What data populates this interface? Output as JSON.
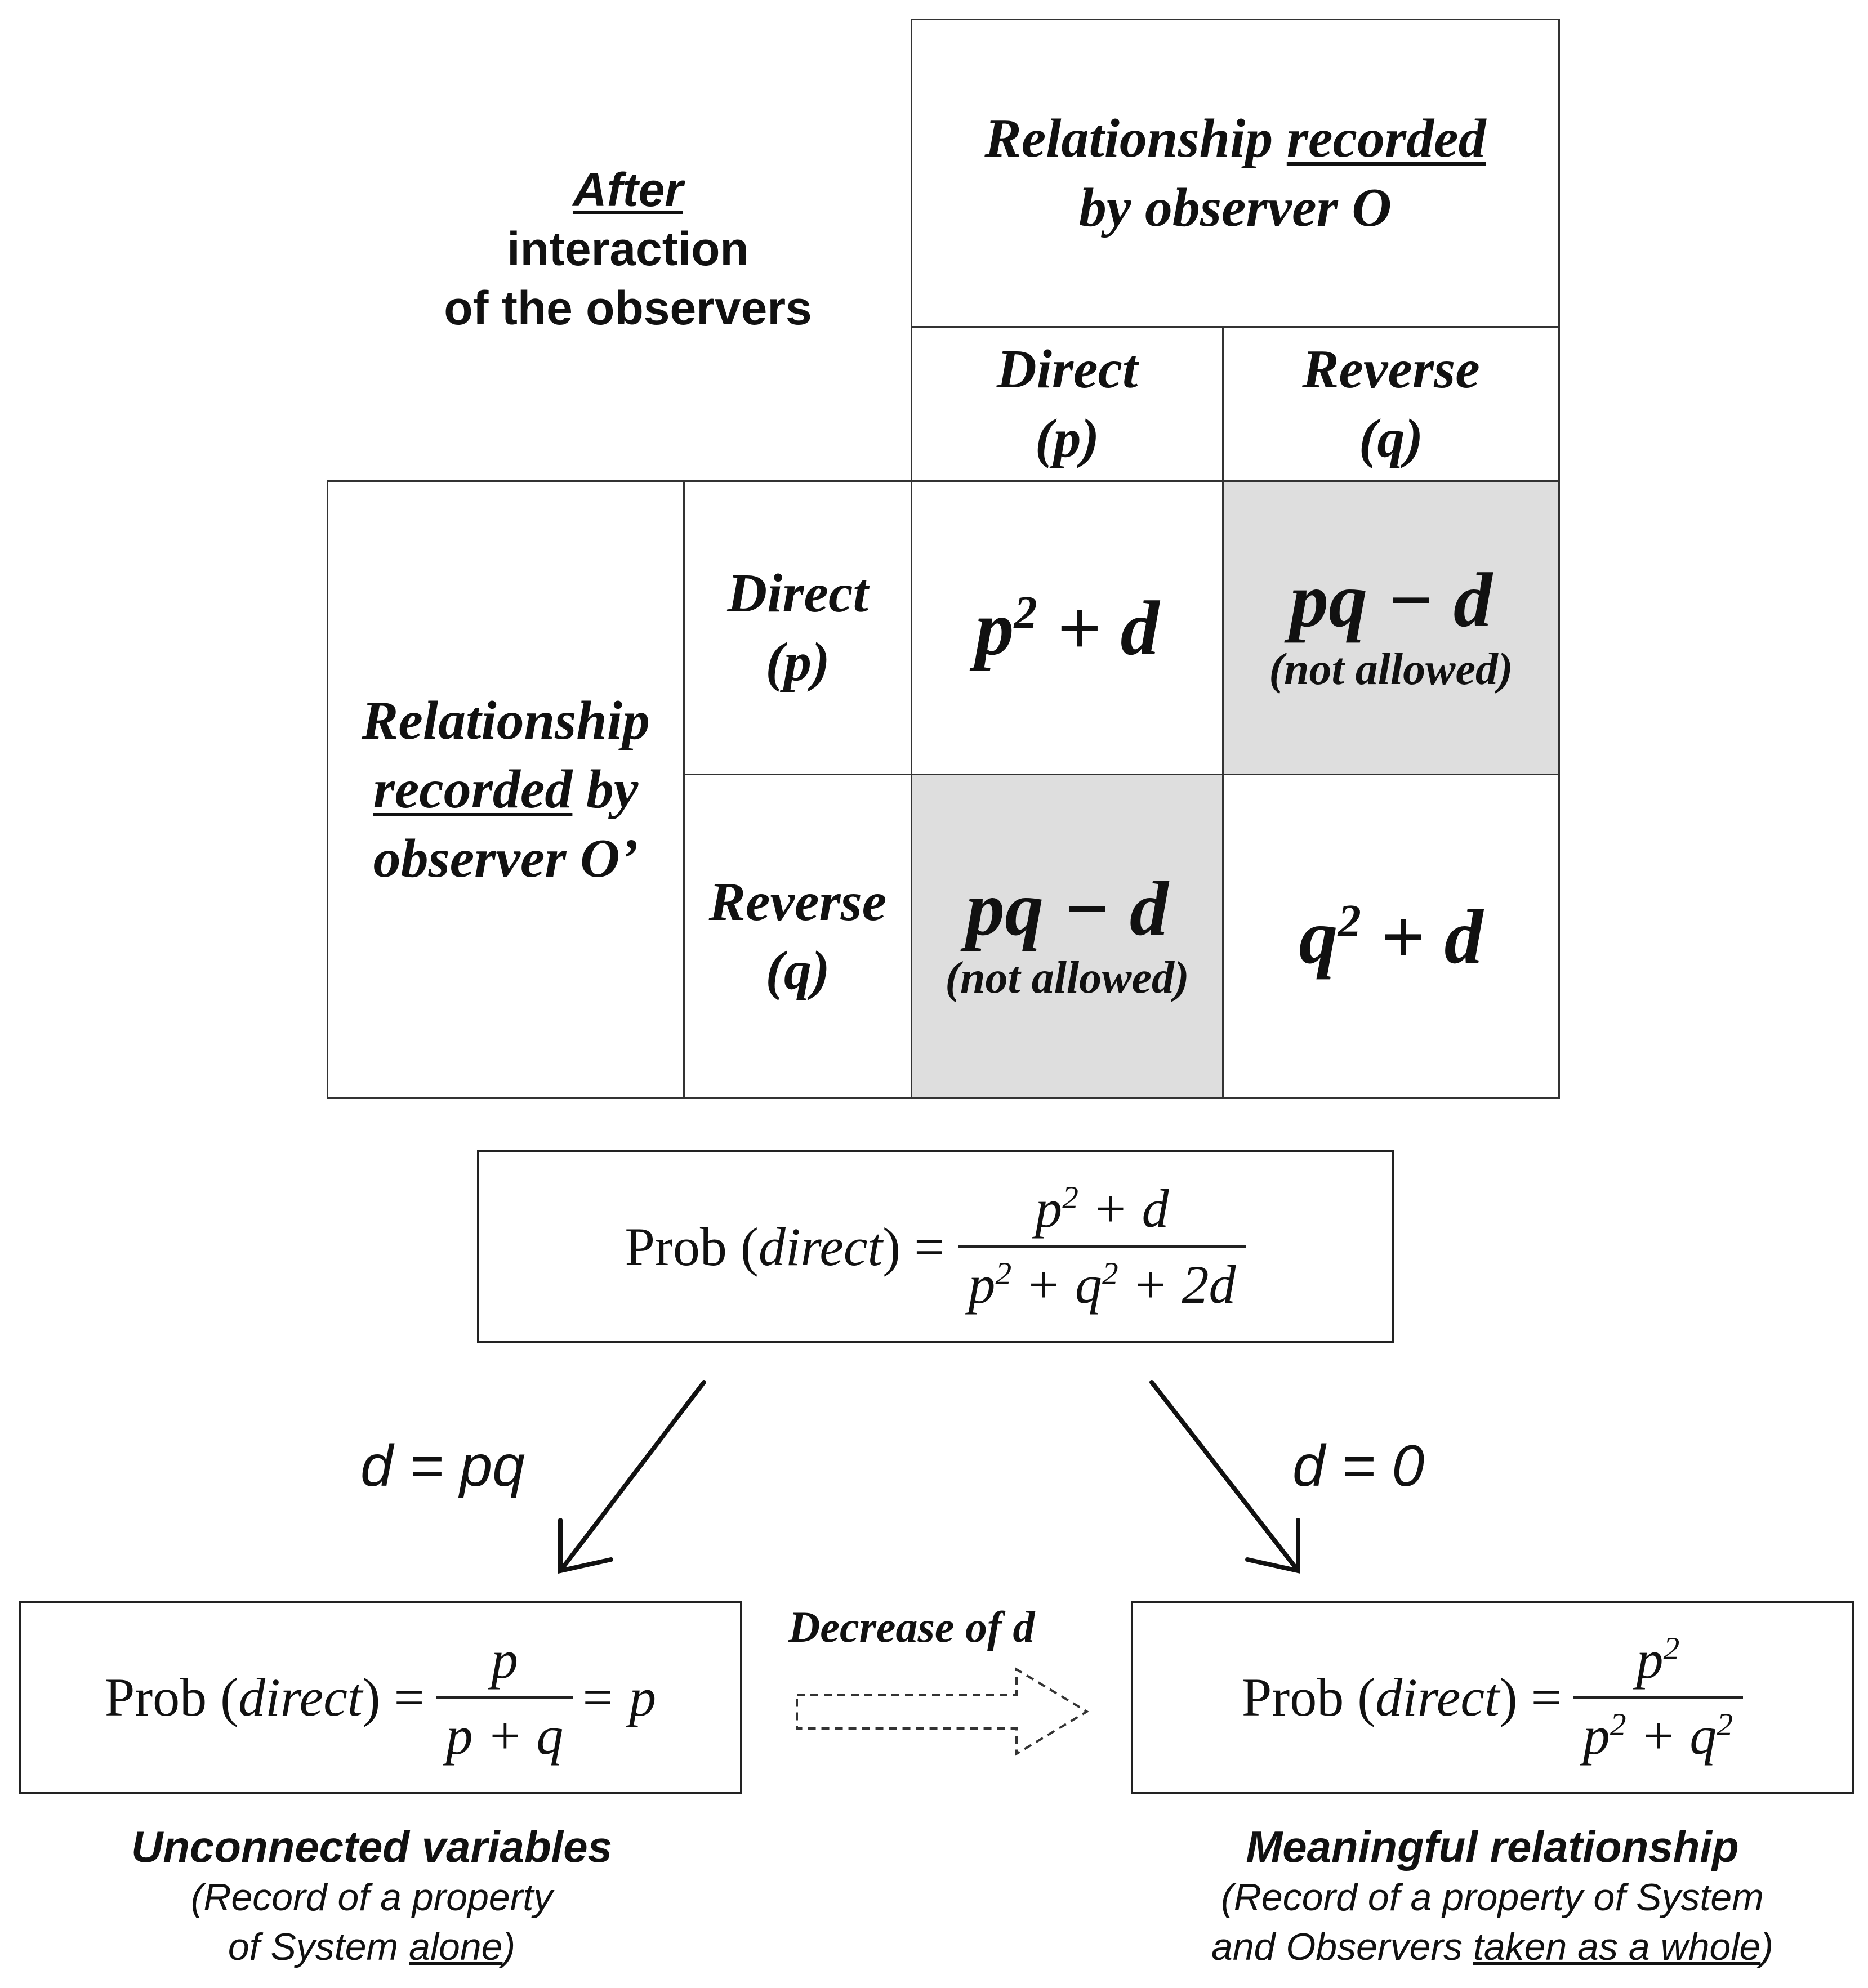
{
  "corner_label": {
    "line1": "After",
    "line2": "interaction",
    "line3": "of the observers"
  },
  "observer_o": {
    "header_line1_a": "Relationship ",
    "header_line1_b": "recorded",
    "header_line2": "by observer O",
    "col_direct": "Direct",
    "col_direct_sym": "(p)",
    "col_reverse": "Reverse",
    "col_reverse_sym": "(q)"
  },
  "observer_o_prime": {
    "header_line1": "Relationship",
    "header_line2_a": "recorded",
    "header_line2_b": " by",
    "header_line3": "observer O’",
    "row_direct": "Direct",
    "row_direct_sym": "(p)",
    "row_reverse": "Reverse",
    "row_reverse_sym": "(q)"
  },
  "cells": {
    "dd": {
      "base": "p",
      "exp": "2",
      "rest": " + d"
    },
    "dr": {
      "expr": "pq − d",
      "note": "(not allowed)"
    },
    "rd": {
      "expr": "pq − d",
      "note": "(not allowed)"
    },
    "rr": {
      "base": "q",
      "exp": "2",
      "rest": " + d"
    }
  },
  "top_formula": {
    "lhs": "Prob (",
    "lhs_it": "direct",
    "lhs_end": ") =",
    "num_a": "p",
    "num_exp": "2",
    "num_b": " + d",
    "den_a": "p",
    "den_exp1": "2",
    "den_b": " + q",
    "den_exp2": "2",
    "den_c": " + 2d"
  },
  "left_branch": {
    "condition": "d = pq",
    "formula_lhs": "Prob (",
    "formula_it": "direct",
    "formula_end": ") =",
    "num": "p",
    "den": "p + q",
    "tail": "= p",
    "title": "Unconnected variables",
    "sub1": "(Record of a property",
    "sub2_a": "of System ",
    "sub2_b": "alone",
    "sub2_c": ")"
  },
  "right_branch": {
    "condition": "d = 0",
    "formula_lhs": "Prob (",
    "formula_it": "direct",
    "formula_end": ") =",
    "num_a": "p",
    "num_exp": "2",
    "den_a": "p",
    "den_exp1": "2",
    "den_b": " + q",
    "den_exp2": "2",
    "title": "Meaningful relationship",
    "sub1": "(Record of a property of System",
    "sub2_a": "and Observers ",
    "sub2_b": "taken as a whole",
    "sub2_c": ")"
  },
  "middle_arrow_label": "Decrease of d",
  "colors": {
    "disallowed_cell": "#dedede",
    "line": "#333333"
  }
}
